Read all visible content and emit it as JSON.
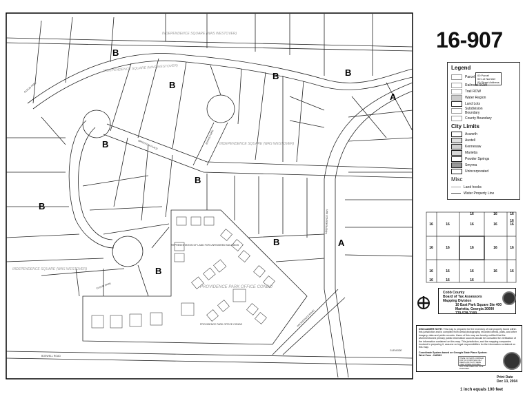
{
  "map_id": "16-907",
  "zone_labels": [
    "B",
    "B",
    "B",
    "B",
    "B",
    "B",
    "B",
    "B",
    "B",
    "A",
    "A"
  ],
  "streets": {
    "independence_square": "INDEPENDENCE SQUARE (WAS WESTOVER)",
    "brighton_place": "BRIGHTON PLACE",
    "bucks_ford": "BUCKS FORD",
    "independence_way": "INDEPENDENCE WAY",
    "providence_road": "PROVIDENCE ROAD",
    "boswell_road": "BOSWELL ROAD",
    "glenside": "GLENSIDE",
    "cloud_park": "CLOUD PARK",
    "condo": "PROVIDENCE PARK OFFICE CONDO",
    "condo_small": "PROVIDENCE PARK OFFICE CONDO",
    "unfinished": "REPRESENTATION OF LAND FOR UNFINISHED BUILDINGS"
  },
  "land_lot_number": "16",
  "legend": {
    "title": "Legend",
    "parcel": "Parcel",
    "key": [
      "00 Parcel",
      "00 Lot Number",
      "00 Street Address"
    ],
    "items": [
      "Railroad ROW",
      "Trail ROW",
      "Water Region",
      "Land Lots",
      "Subdivision Boundary",
      "County Boundary"
    ],
    "city_limits_title": "City Limits",
    "cities": [
      "Acworth",
      "Austell",
      "Kennesaw",
      "Marietta",
      "Powder Springs",
      "Smyrna",
      "Unincorporated"
    ],
    "city_colors": [
      "#ffffff",
      "#e0e0e0",
      "#d0d0d0",
      "#d8d8d8",
      "#ffffff",
      "#999999",
      "#ffffff"
    ],
    "misc_title": "Misc",
    "misc": [
      "Land hooks",
      "Water Property Line"
    ]
  },
  "office": {
    "lines": [
      "Cobb County",
      "Board of Tax Assessors",
      "Mapping Division"
    ],
    "address": [
      "10 East Park Square Ste 400",
      "Marietta, Georgia 30090",
      "770-528-3100"
    ]
  },
  "disclaimer": {
    "heading": "DISCLAIMER NOTE:",
    "text": "This map is prepared for the inventory of real property found within this jurisdiction and is compiled from aerial photography, recorded deeds, plats, and other imagery, data and public records. Users of this map are hereby notified that the aforementioned primary public information sources should be consulted for verification of the information contained on this map. This jurisdiction, and the mapping companies involved in preparing it, assume no legal responsibilities for the information contained on this map.",
    "coordinate": "Coordinate System based on Georgia State Plane System:",
    "zone": "West Zone - NAD83",
    "small_box": "THESE TAX MAPS COMPILED FOR TAX PURPOSES ONLY. DEEDS AND PLATS WERE USED WHERE AVAILABLE. NOT TO BE USED FOR TITLE PURPOSES."
  },
  "print_date_label": "Print Date",
  "print_date": "Dec 13, 2004",
  "scale": "1 inch equals 100 feet"
}
